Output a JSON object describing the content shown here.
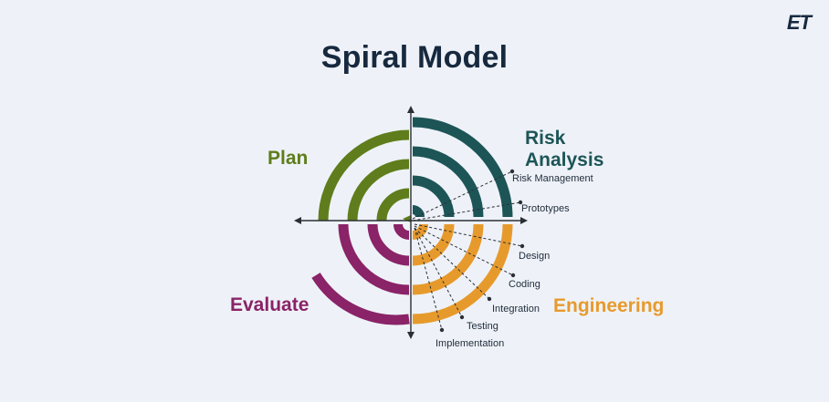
{
  "title": "Spiral Model",
  "logo": "ET",
  "quadrants": {
    "plan": {
      "label": "Plan",
      "color": "#5f7d1c"
    },
    "risk": {
      "label": "Risk Analysis",
      "line1": "Risk",
      "line2": "Analysis",
      "color": "#1d5557"
    },
    "evaluate": {
      "label": "Evaluate",
      "color": "#8a2367"
    },
    "engineering": {
      "label": "Engineering",
      "color": "#e79a2c"
    }
  },
  "sub_items": {
    "risk_management": "Risk Management",
    "prototypes": "Prototypes",
    "design": "Design",
    "coding": "Coding",
    "integration": "Integration",
    "testing": "Testing",
    "implementation": "Implementation"
  },
  "colors": {
    "axis": "#2a2f36",
    "text": "#17293f",
    "background": "#eef2f8"
  }
}
